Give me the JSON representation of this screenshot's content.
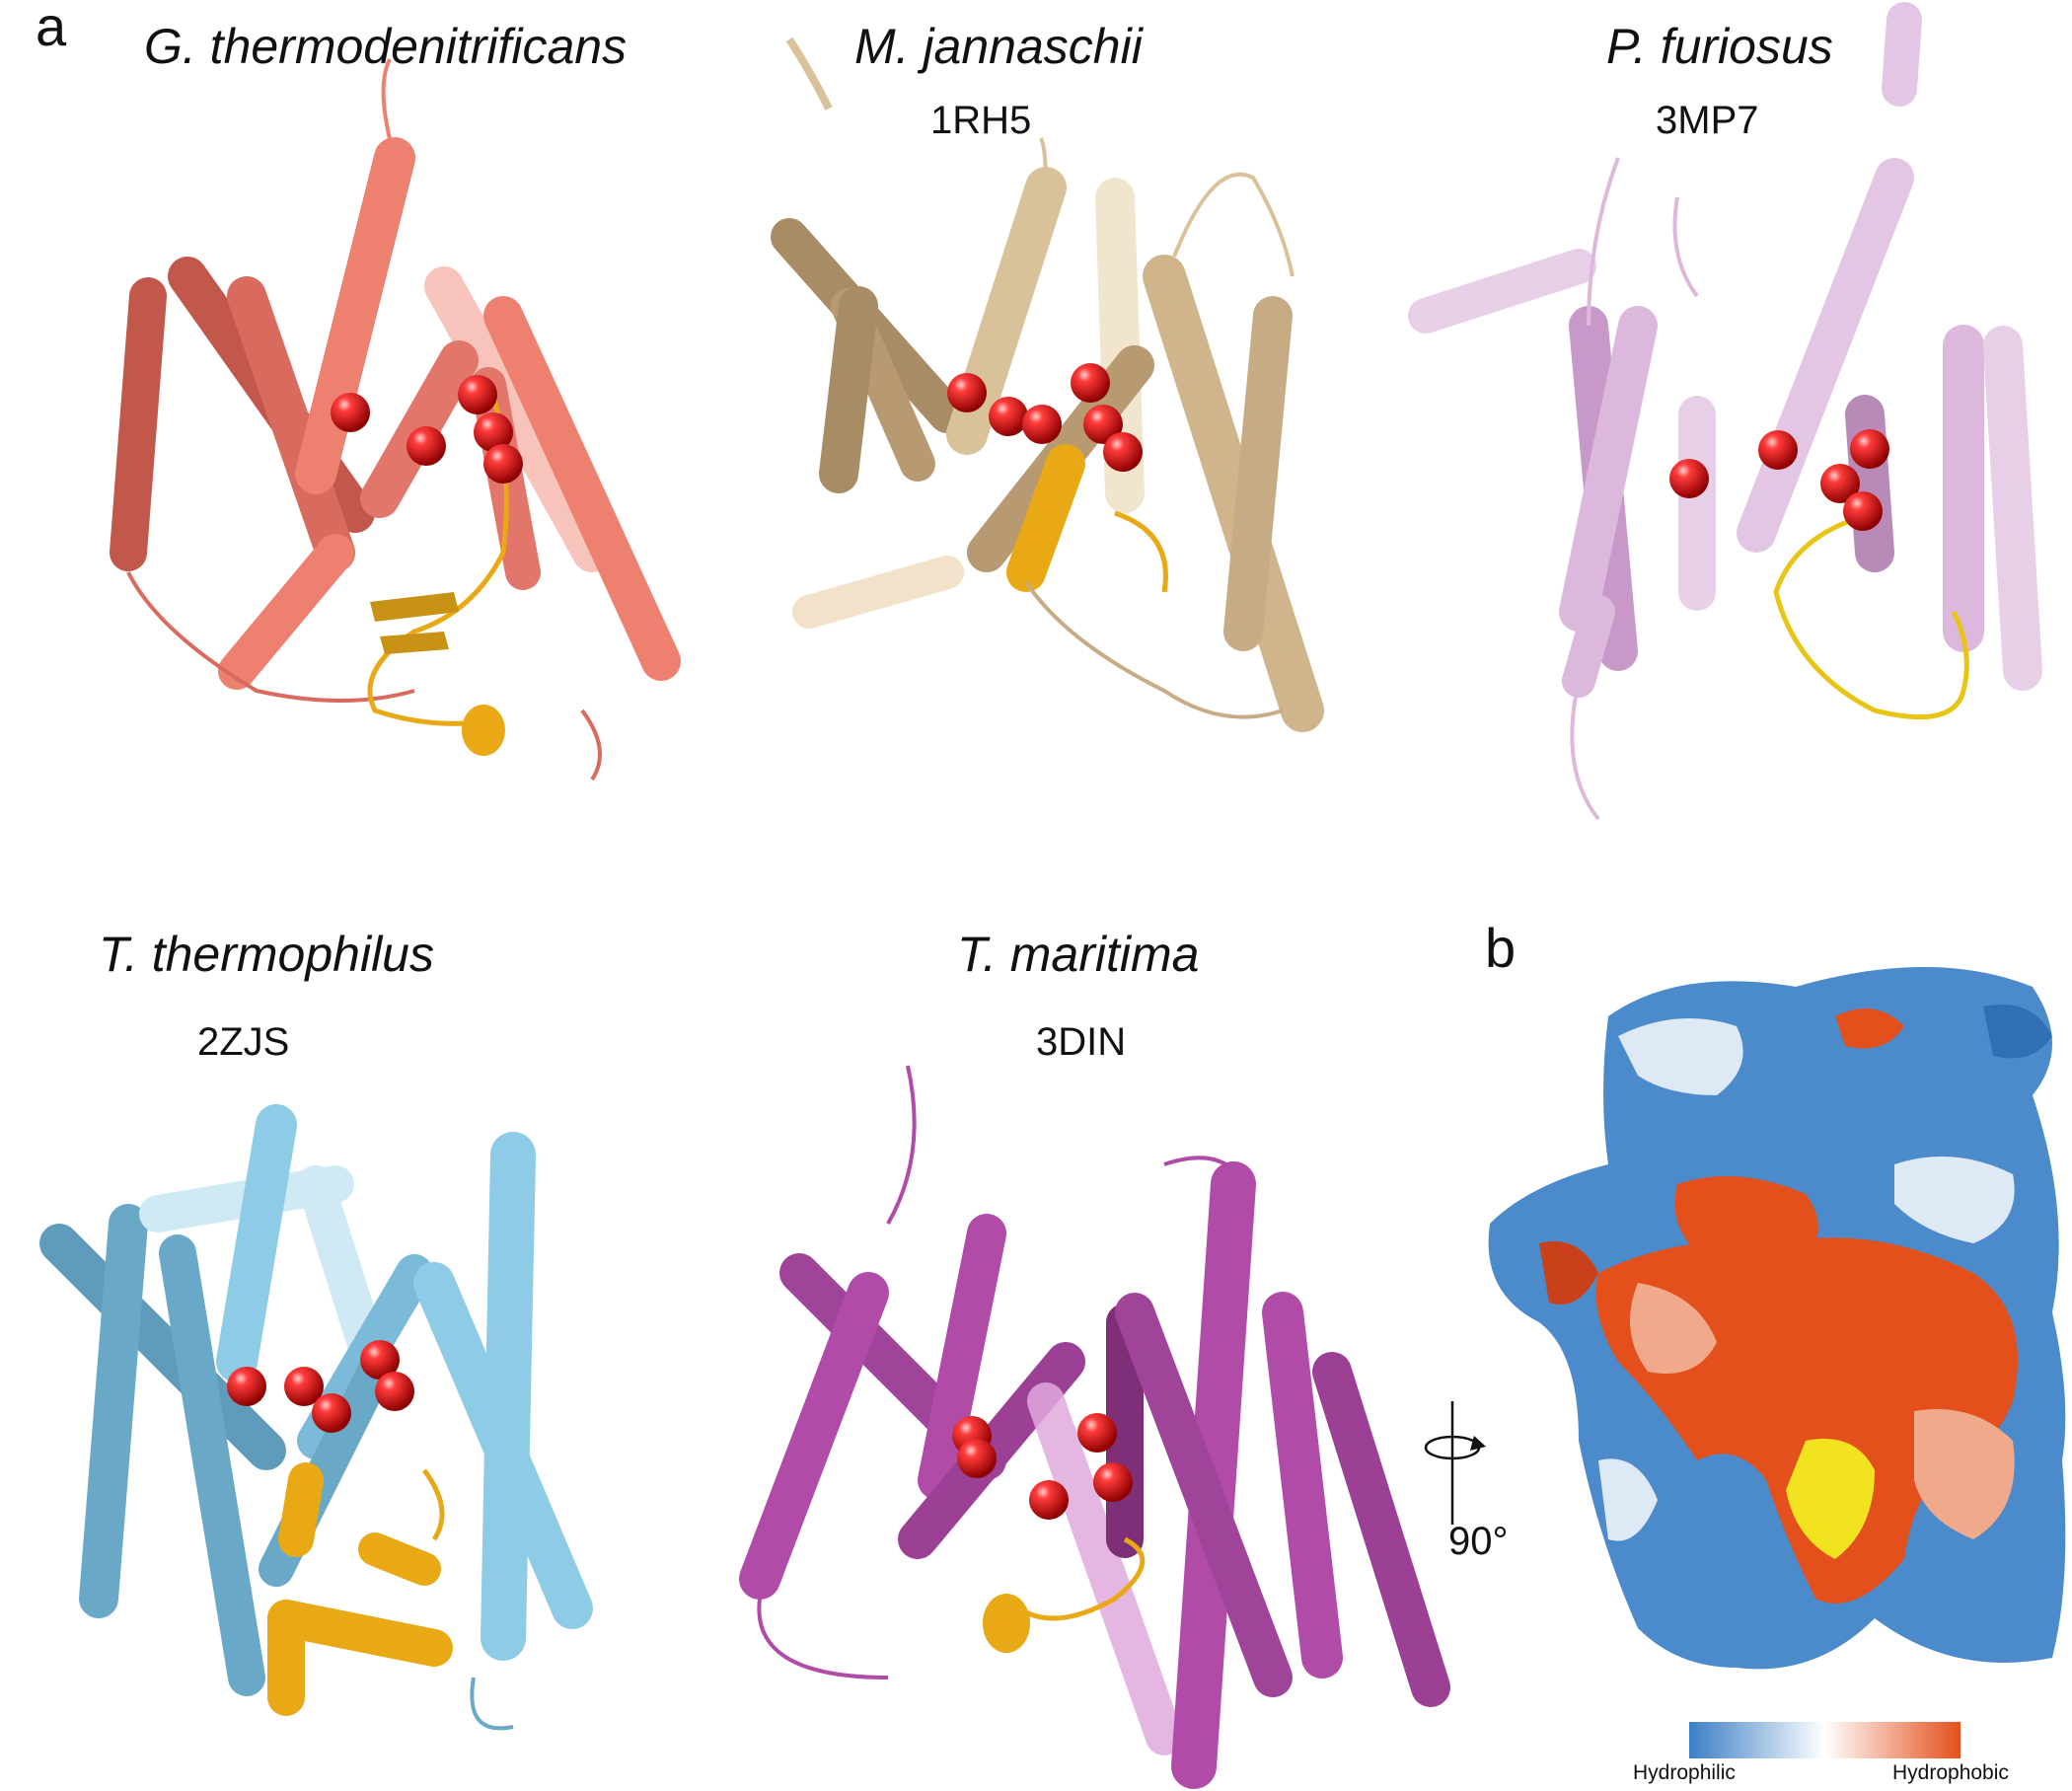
{
  "panel_a": {
    "letter": "a",
    "structures": [
      {
        "species": "G. thermodenitrificans",
        "pdb": "",
        "helix_color": "#ee8070",
        "dark": "#c2574c",
        "light": "#f6b8ae"
      },
      {
        "species": "M. jannaschii",
        "pdb": "1RH5",
        "helix_color": "#d9c29a",
        "dark": "#a88c66",
        "light": "#f1e2c9"
      },
      {
        "species": "P. furiosus",
        "pdb": "3MP7",
        "helix_color": "#dcb8dc",
        "dark": "#b88ab8",
        "light": "#f3e2f3"
      },
      {
        "species": "T. thermophilus",
        "pdb": "2ZJS",
        "helix_color": "#8ecbe6",
        "dark": "#5f9bbb",
        "light": "#cfe9f5"
      },
      {
        "species": "T. maritima",
        "pdb": "3DIN",
        "helix_color": "#b04ba8",
        "dark": "#7e2f78",
        "light": "#e2a9de"
      }
    ],
    "ion_color": "#e21515",
    "plug_color": "#e8a915"
  },
  "panel_b": {
    "letter": "b",
    "rotation_label": "90°",
    "scale": {
      "left_label": "Hydrophilic",
      "right_label": "Hydrophobic",
      "colors": [
        "#3b7fc5",
        "#ffffff",
        "#e4501c"
      ]
    },
    "surface_highlight_color": "#f2e320"
  }
}
